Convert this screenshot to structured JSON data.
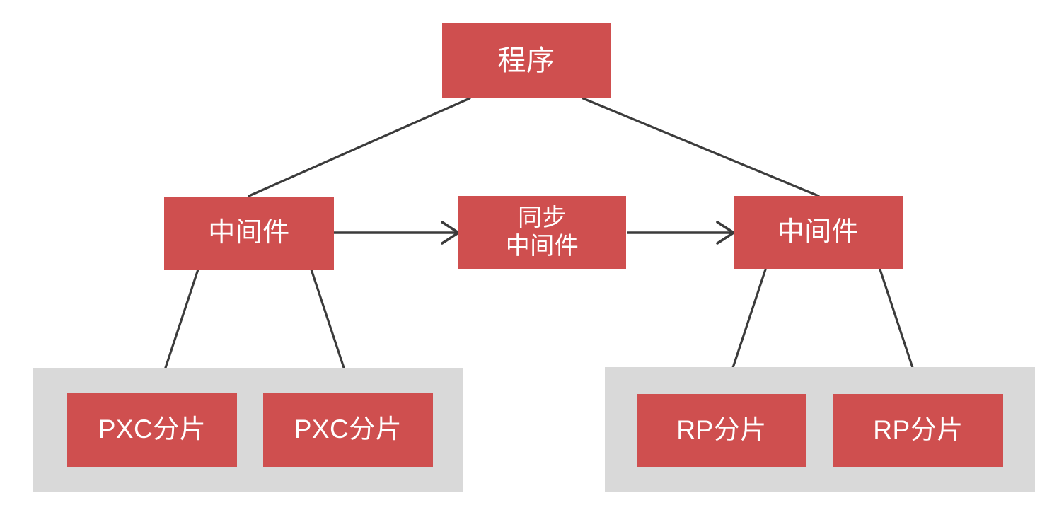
{
  "diagram": {
    "title": "",
    "colors": {
      "node_fill": "#CF4F4F",
      "node_text": "#FFFFFF",
      "group_fill": "#D9D9D9",
      "connector": "#3B3B3B",
      "background": "#FFFFFF"
    },
    "nodes": {
      "program": {
        "label": "程序"
      },
      "middleware_left": {
        "label": "中间件"
      },
      "sync_middleware": {
        "label": "同步\n中间件"
      },
      "middleware_right": {
        "label": "中间件"
      },
      "pxc_shard_1": {
        "label": "PXC分片"
      },
      "pxc_shard_2": {
        "label": "PXC分片"
      },
      "rp_shard_1": {
        "label": "RP分片"
      },
      "rp_shard_2": {
        "label": "RP分片"
      }
    },
    "groups": {
      "pxc_cluster": {
        "label": ""
      },
      "rp_cluster": {
        "label": ""
      }
    },
    "connectors": [
      {
        "name": "program-to-middleware-left",
        "from": "program",
        "to": "middleware_left",
        "style": "plain-line",
        "arrow": false
      },
      {
        "name": "program-to-middleware-right",
        "from": "program",
        "to": "middleware_right",
        "style": "plain-line",
        "arrow": false
      },
      {
        "name": "middleware-left-to-sync",
        "from": "middleware_left",
        "to": "sync_middleware",
        "style": "arrow",
        "arrow": true
      },
      {
        "name": "sync-to-middleware-right",
        "from": "sync_middleware",
        "to": "middleware_right",
        "style": "arrow",
        "arrow": true
      },
      {
        "name": "middleware-left-to-pxc-shard-1",
        "from": "middleware_left",
        "to": "pxc_shard_1",
        "style": "plain-line",
        "arrow": false
      },
      {
        "name": "middleware-left-to-pxc-shard-2",
        "from": "middleware_left",
        "to": "pxc_shard_2",
        "style": "plain-line",
        "arrow": false
      },
      {
        "name": "middleware-right-to-rp-shard-1",
        "from": "middleware_right",
        "to": "rp_shard_1",
        "style": "plain-line",
        "arrow": false
      },
      {
        "name": "middleware-right-to-rp-shard-2",
        "from": "middleware_right",
        "to": "rp_shard_2",
        "style": "plain-line",
        "arrow": false
      }
    ]
  }
}
